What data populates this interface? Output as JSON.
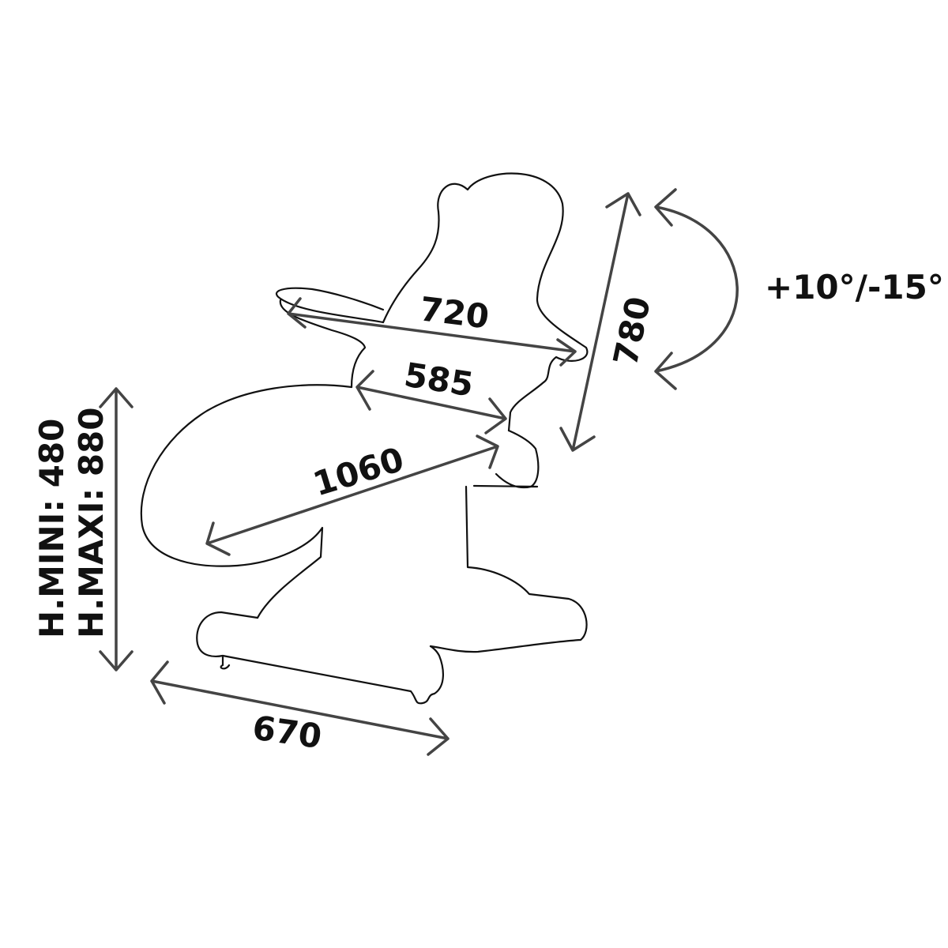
{
  "diagram": {
    "subject": "chair",
    "dimensions": {
      "armrest_width": "720",
      "seat_width": "585",
      "legrest_length": "1060",
      "backrest_length": "780",
      "backrest_tilt": "+10°/-15°",
      "height_min": "H.MINI: 480",
      "height_max": "H.MAXI: 880",
      "base_length": "670"
    },
    "colors": {
      "outline": "#111111",
      "dimension_arrow": "#444444",
      "label": "#111111"
    }
  }
}
